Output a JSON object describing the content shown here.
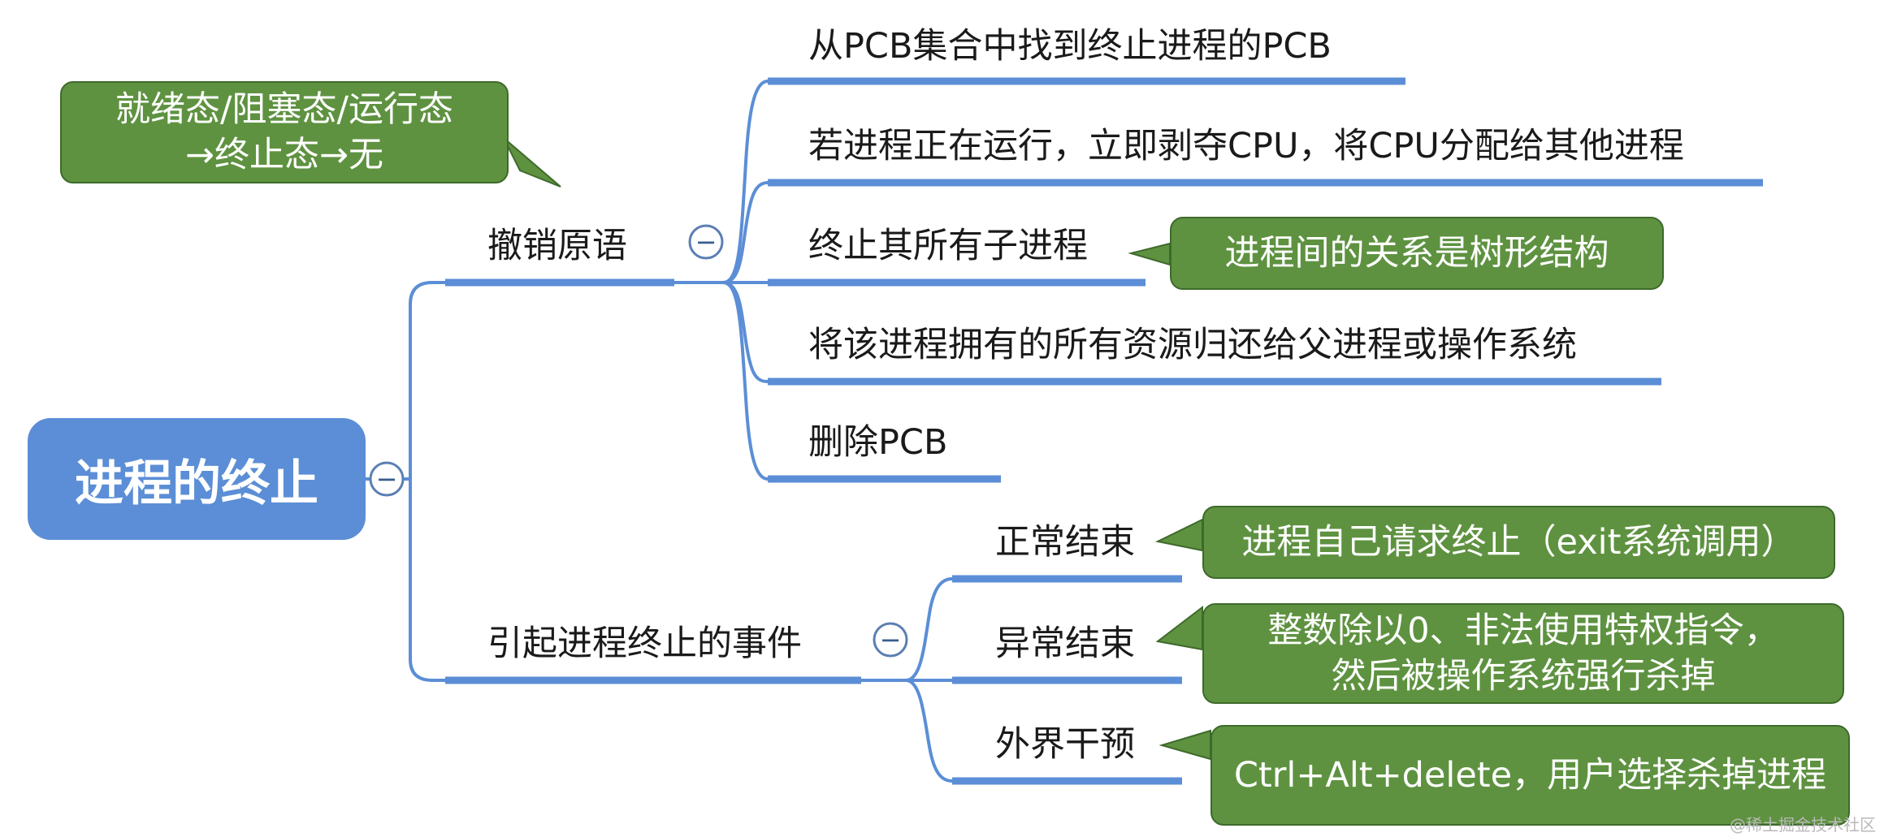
{
  "root": {
    "label": "进程的终止"
  },
  "branches": [
    {
      "label": "撤销原语",
      "children": [
        "从PCB集合中找到终止进程的PCB",
        "若进程正在运行，立即剥夺CPU，将CPU分配给其他进程",
        "终止其所有子进程",
        "将该进程拥有的所有资源归还给父进程或操作系统",
        "删除PCB"
      ]
    },
    {
      "label": "引起进程终止的事件",
      "children": [
        "正常结束",
        "异常结束",
        "外界干预"
      ]
    }
  ],
  "callouts": {
    "state_transition": [
      "就绪态/阻塞态/运行态",
      "→终止态→无"
    ],
    "tree_structure": [
      "进程间的关系是树形结构"
    ],
    "normal_end": [
      "进程自己请求终止（exit系统调用）"
    ],
    "abnormal_end": [
      "整数除以0、非法使用特权指令，",
      "然后被操作系统强行杀掉"
    ],
    "external": [
      "Ctrl+Alt+delete，用户选择杀掉进程"
    ]
  },
  "collapse_symbol": "−",
  "watermark": "@稀土掘金技术社区",
  "colors": {
    "root_fill": "#5b8ed6",
    "branch_line": "#5b8ed6",
    "callout_fill": "#5e9240",
    "callout_border": "#3e6a2c"
  }
}
